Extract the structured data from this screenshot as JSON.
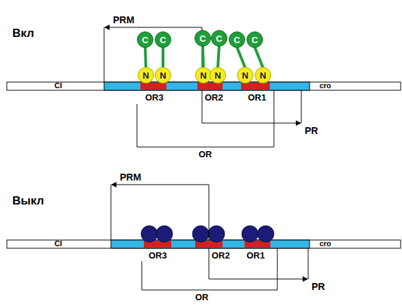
{
  "diagram": {
    "nodes": [
      {
        "text": [
          "C"
        ]
      },
      {
        "text": [
          "C"
        ]
      },
      {
        "text": [
          "C"
        ]
      },
      {
        "text": [
          "C"
        ]
      },
      {
        "text": [
          "C"
        ]
      },
      {
        "text": [
          "C"
        ]
      },
      {
        "text": [
          "N"
        ]
      },
      {
        "text": [
          "N"
        ]
      },
      {
        "text": [
          "N"
        ]
      },
      {
        "text": [
          "N"
        ]
      },
      {
        "text": [
          "N"
        ]
      },
      {
        "text": [
          "N"
        ]
      }
    ],
    "edges": [
      {
        "from": 0,
        "to": 6,
        "arrow": "none"
      },
      {
        "from": 1,
        "to": 7,
        "arrow": "none"
      },
      {
        "from": 2,
        "to": 8,
        "arrow": "none"
      },
      {
        "from": 3,
        "to": 9,
        "arrow": "none"
      },
      {
        "from": 4,
        "to": 10,
        "arrow": "none"
      },
      {
        "from": 5,
        "to": 11,
        "arrow": "none"
      }
    ],
    "labels": [
      "Вкл",
      "PRM",
      "CI",
      "cro",
      "OR3",
      "OR2",
      "OR1",
      "PR",
      "OR",
      "Выкл",
      "PRM",
      "CI",
      "cro",
      "OR3",
      "OR2",
      "OR1",
      "PR",
      "OR"
    ]
  }
}
